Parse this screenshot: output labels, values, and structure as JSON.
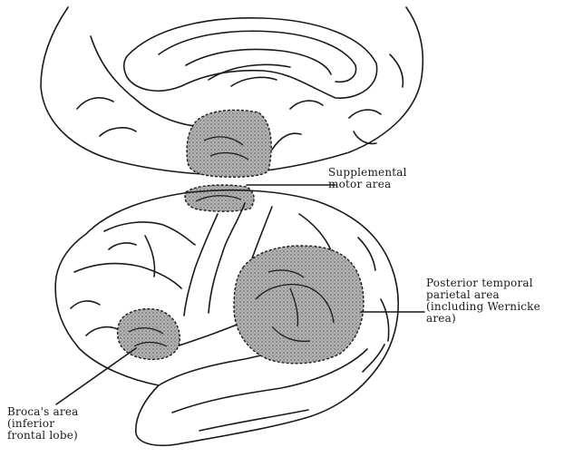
{
  "labels": {
    "supplemental_motor_area": [
      "Supplemental",
      "motor area"
    ],
    "posterior_temporal_parietal_area": [
      "Posterior temporal",
      "parietal area",
      "(including Wernicke",
      "area)"
    ],
    "brocas_area": [
      "Broca's area",
      "(inferior",
      "frontal lobe)"
    ]
  },
  "colors": {
    "ink": "#1a1a1a",
    "stipple": "#9a9a9a",
    "background": "#ffffff"
  }
}
